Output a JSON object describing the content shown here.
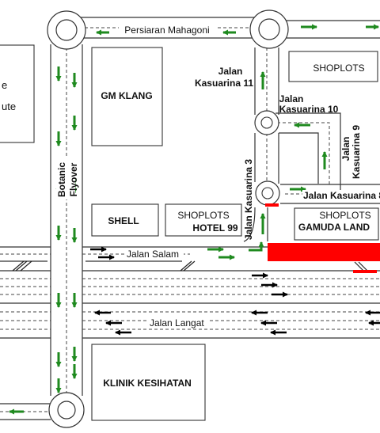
{
  "roads": {
    "mahagoni": "Persiaran Mahagoni",
    "kasuarina11_line1": "Jalan",
    "kasuarina11_line2": "Kasuarina 11",
    "kasuarina10_line1": "Jalan",
    "kasuarina10_line2": "Kasuarina 10",
    "kasuarina9_line1": "Jalan",
    "kasuarina9_line2": "Kasuarina 9",
    "kasuarina8": "Jalan Kasuarina 8",
    "kasuarina3": "Jalan Kasuarina 3",
    "flyover_line1": "Botanic",
    "flyover_line2": "Flyover",
    "salam": "Jalan Salam",
    "langat": "Jalan Langat"
  },
  "buildings": {
    "left_partial_a": "e",
    "left_partial_b": "ute",
    "gm_klang": "GM KLANG",
    "shoplots_top": "SHOPLOTS",
    "shell": "SHELL",
    "shoplots_mid": "SHOPLOTS",
    "hotel99": "HOTEL 99",
    "shoplots_right": "SHOPLOTS",
    "gamuda": "GAMUDA LAND",
    "klinik": "KLINIK KESIHATAN"
  },
  "colors": {
    "traffic_arrow": "#1f8a1f",
    "main_arrow": "#000000",
    "closure": "#ff0000",
    "road_edge": "#333333",
    "lane_dash": "#444444"
  }
}
